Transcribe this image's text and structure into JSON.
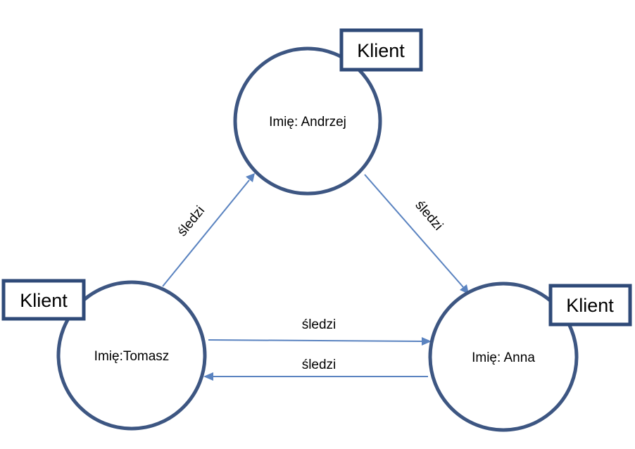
{
  "nodes": {
    "andrzej": {
      "label": "Imię: Andrzej",
      "tag": "Klient"
    },
    "tomasz": {
      "label": "Imię:Tomasz",
      "tag": "Klient"
    },
    "anna": {
      "label": "Imię: Anna",
      "tag": "Klient"
    }
  },
  "edges": {
    "tomasz_to_andrzej": "śledzi",
    "andrzej_to_anna": "śledzi",
    "tomasz_to_anna": "śledzi",
    "anna_to_tomasz": "śledzi"
  },
  "colors": {
    "node_outline": "#3d5682",
    "label_outline": "#2f4a78",
    "edge": "#5a83c0"
  }
}
